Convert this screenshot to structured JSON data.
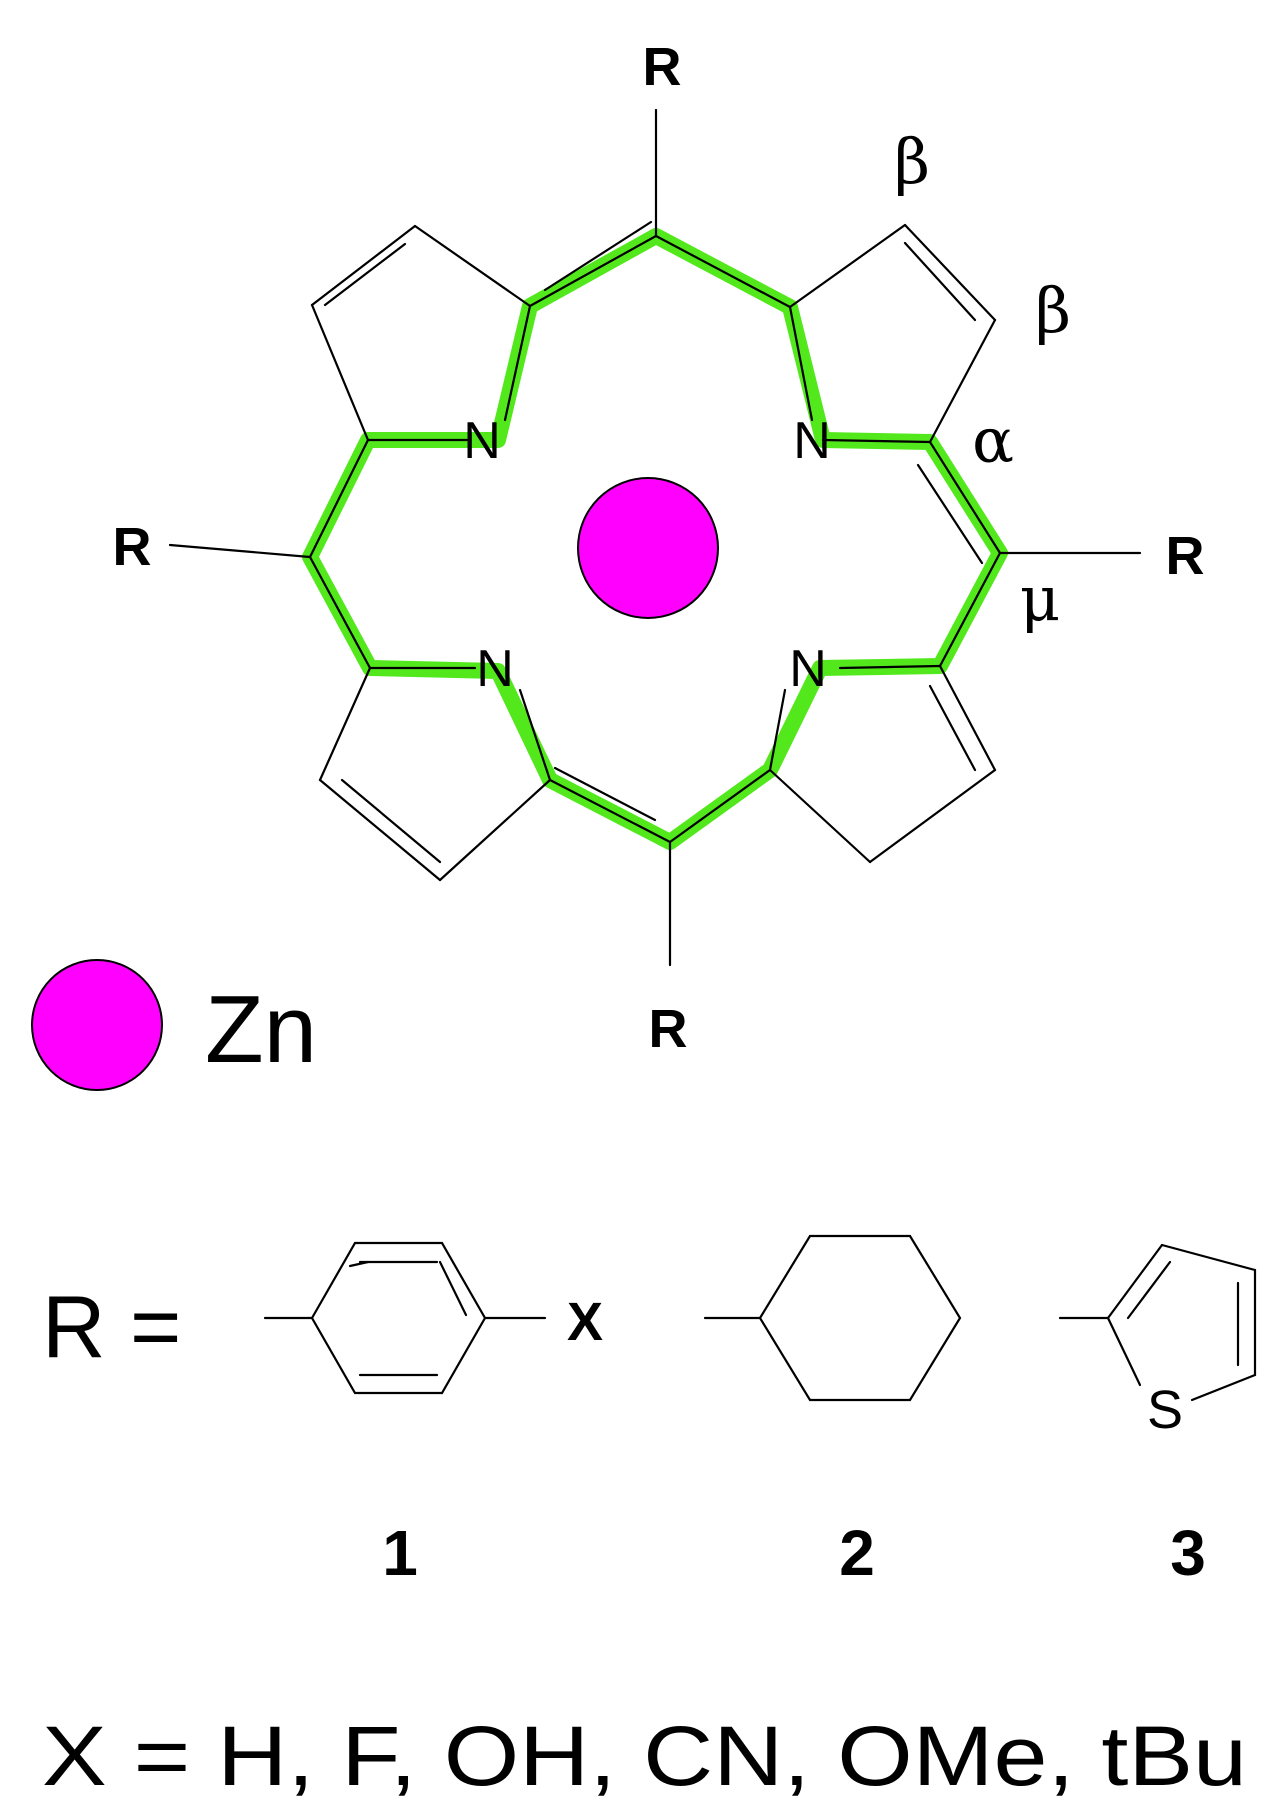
{
  "porphyrin": {
    "substituent_label": "R",
    "nitrogen_label": "N",
    "beta_label": "β",
    "alpha_label": "α",
    "meso_label": "μ"
  },
  "legend": {
    "metal_label": "Zn",
    "metal_color": "#ff00ff",
    "highlight_color": "#52e81c"
  },
  "substituents": {
    "r_equals": "R =",
    "x_label": "X",
    "thiophene_s": "S",
    "compound_labels": [
      "1",
      "2",
      "3"
    ]
  },
  "footer": {
    "x_values": "X = H, F, OH, CN, OMe, tBu"
  }
}
